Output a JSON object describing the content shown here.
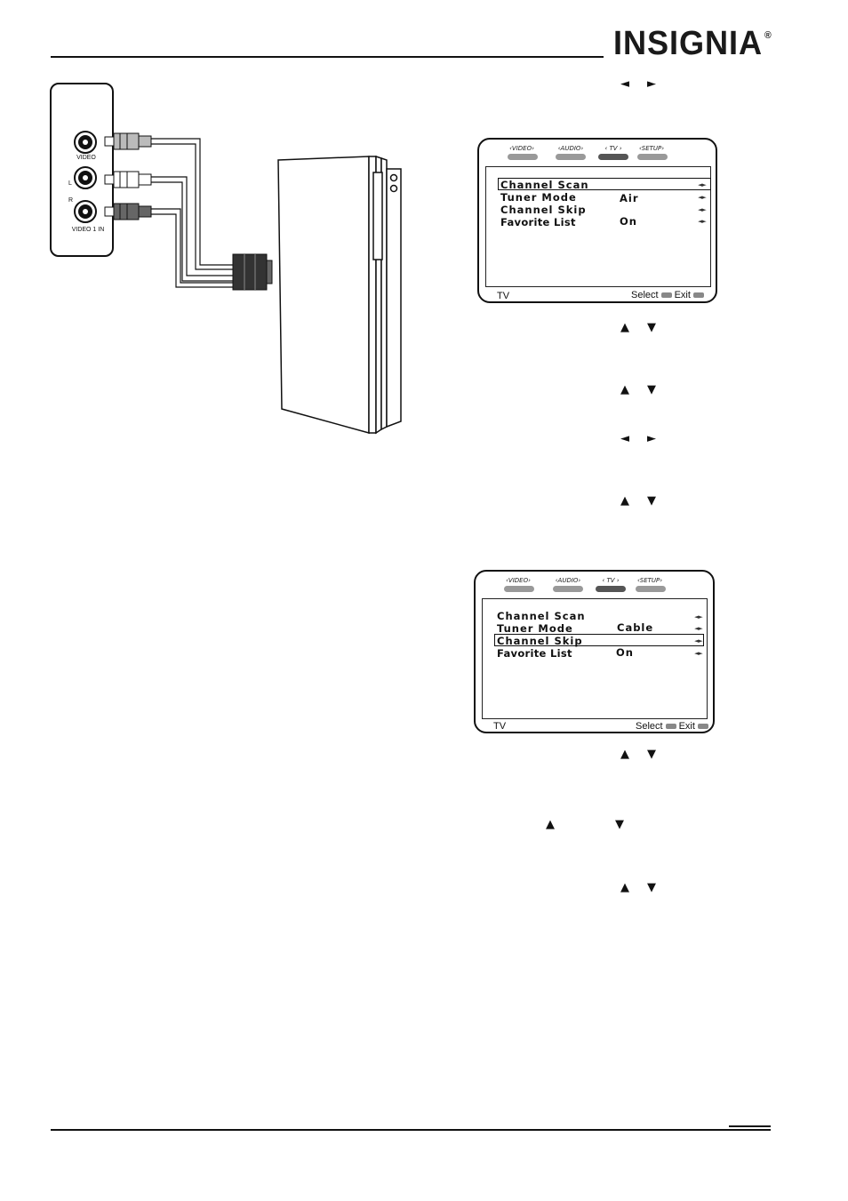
{
  "header": {
    "brand": "INSIGNIA",
    "registered": "®"
  },
  "panel": {
    "jacks": [
      {
        "label": "VIDEO"
      },
      {
        "label": "L"
      },
      {
        "label": "R"
      }
    ],
    "input_label": "VIDEO 1 IN"
  },
  "arrows": {
    "left": "◄",
    "right": "►",
    "up": "▲",
    "down": "▼"
  },
  "menu1": {
    "tabs": [
      "‹VIDEO›",
      "‹AUDIO›",
      "‹ TV ›",
      "‹SETUP›"
    ],
    "rows": [
      {
        "label": "Channel Scan",
        "value": ""
      },
      {
        "label": "Tuner Mode",
        "value": "Air"
      },
      {
        "label": "Channel Skip",
        "value": ""
      },
      {
        "label": "Favorite List",
        "value": "On"
      }
    ],
    "footer_left": "TV",
    "footer_select": "Select",
    "footer_exit": "Exit"
  },
  "menu2": {
    "tabs": [
      "‹VIDEO›",
      "‹AUDIO›",
      "‹ TV ›",
      "‹SETUP›"
    ],
    "rows": [
      {
        "label": "Channel Scan",
        "value": ""
      },
      {
        "label": "Tuner Mode",
        "value": "Cable"
      },
      {
        "label": "Channel Skip",
        "value": ""
      },
      {
        "label": "Favorite List",
        "value": "On"
      }
    ],
    "footer_left": "TV",
    "footer_select": "Select",
    "footer_exit": "Exit"
  }
}
